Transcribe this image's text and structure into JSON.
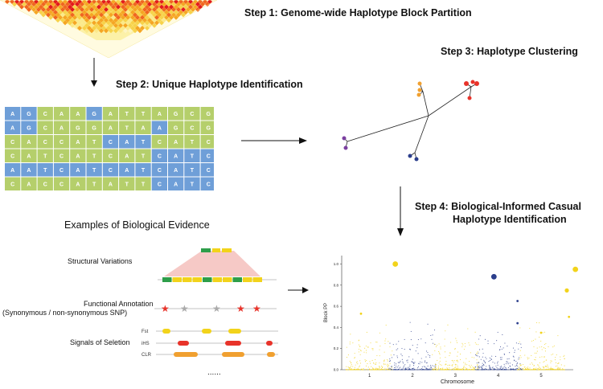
{
  "steps": {
    "step1": "Step 1: Genome-wide Haplotype Block Partition",
    "step2": "Step 2: Unique Haplotype Identification",
    "step3": "Step 3: Haplotype Clustering",
    "step4_line1": "Step 4: Biological-Informed Casual",
    "step4_line2": "Haplotype Identification"
  },
  "colors": {
    "blue_cell": "#6f9fd8",
    "green_cell": "#b5cf6b",
    "red": "#e8332a",
    "yellow": "#f2d31b",
    "orange": "#f0a030",
    "purple": "#7b3fa0",
    "navy": "#2b3e8c",
    "pink": "#f6c9c6",
    "green_block": "#2e9e4a"
  },
  "haplotypes": {
    "rows": [
      [
        "A",
        "G",
        "C",
        "A",
        "A",
        "G",
        "A",
        "T",
        "T",
        "A",
        "G",
        "C",
        "G"
      ],
      [
        "A",
        "G",
        "C",
        "A",
        "G",
        "G",
        "A",
        "T",
        "A",
        "A",
        "G",
        "C",
        "G"
      ],
      [
        "C",
        "A",
        "C",
        "C",
        "A",
        "T",
        "C",
        "A",
        "T",
        "C",
        "A",
        "T",
        "C"
      ],
      [
        "C",
        "A",
        "T",
        "C",
        "A",
        "T",
        "C",
        "A",
        "T",
        "C",
        "A",
        "T",
        "C"
      ],
      [
        "A",
        "A",
        "T",
        "C",
        "A",
        "T",
        "C",
        "A",
        "T",
        "C",
        "A",
        "T",
        "C"
      ],
      [
        "C",
        "A",
        "C",
        "C",
        "A",
        "T",
        "A",
        "T",
        "T",
        "C",
        "A",
        "T",
        "C"
      ]
    ],
    "colors": [
      [
        "b",
        "b",
        "g",
        "g",
        "g",
        "b",
        "g",
        "g",
        "g",
        "g",
        "g",
        "g",
        "g"
      ],
      [
        "b",
        "b",
        "g",
        "g",
        "g",
        "g",
        "g",
        "g",
        "g",
        "b",
        "g",
        "g",
        "g"
      ],
      [
        "g",
        "g",
        "g",
        "g",
        "g",
        "g",
        "b",
        "b",
        "b",
        "g",
        "g",
        "g",
        "g"
      ],
      [
        "g",
        "g",
        "g",
        "g",
        "g",
        "g",
        "g",
        "g",
        "g",
        "b",
        "b",
        "b",
        "b"
      ],
      [
        "b",
        "b",
        "b",
        "b",
        "b",
        "b",
        "b",
        "b",
        "b",
        "b",
        "b",
        "b",
        "b"
      ],
      [
        "g",
        "g",
        "g",
        "g",
        "g",
        "g",
        "g",
        "g",
        "g",
        "b",
        "b",
        "b",
        "b"
      ]
    ]
  },
  "evidence": {
    "title": "Examples of Biological Evidence",
    "structural_label": "Structural Variations",
    "functional_label_line1": "Functional Annotation",
    "functional_label_line2": "(Synonymous / non-synonymous SNP)",
    "selection_label": "Signals of Seletion",
    "track_fst": "Fst",
    "track_ihs": "iHS",
    "track_clr": "CLR",
    "ellipsis": "......"
  },
  "chart_data": {
    "type": "scatter",
    "title": "",
    "xlabel": "Chromosome",
    "ylabel": "Block PP",
    "categories": [
      "1",
      "2",
      "3",
      "4",
      "5"
    ],
    "yticks": [
      "0.0",
      "0.2",
      "0.4",
      "0.6",
      "0.8",
      "1.0"
    ],
    "ylim": [
      0,
      1.08
    ],
    "grid": false,
    "highlighted_points": [
      {
        "x": 1.25,
        "y": 1.0,
        "color": "#f2d31b",
        "size": "large"
      },
      {
        "x": 3.55,
        "y": 0.88,
        "color": "#2b3e8c",
        "size": "large"
      },
      {
        "x": 5.45,
        "y": 0.95,
        "color": "#f2d31b",
        "size": "large"
      },
      {
        "x": 5.25,
        "y": 0.75,
        "color": "#f2d31b",
        "size": "medium"
      },
      {
        "x": 4.1,
        "y": 0.65,
        "color": "#2b3e8c",
        "size": "small"
      },
      {
        "x": 4.1,
        "y": 0.44,
        "color": "#2b3e8c",
        "size": "small"
      },
      {
        "x": 0.45,
        "y": 0.53,
        "color": "#f2d31b",
        "size": "small"
      },
      {
        "x": 4.65,
        "y": 0.35,
        "color": "#f2d31b",
        "size": "small"
      },
      {
        "x": 5.3,
        "y": 0.5,
        "color": "#f2d31b",
        "size": "small"
      }
    ]
  }
}
